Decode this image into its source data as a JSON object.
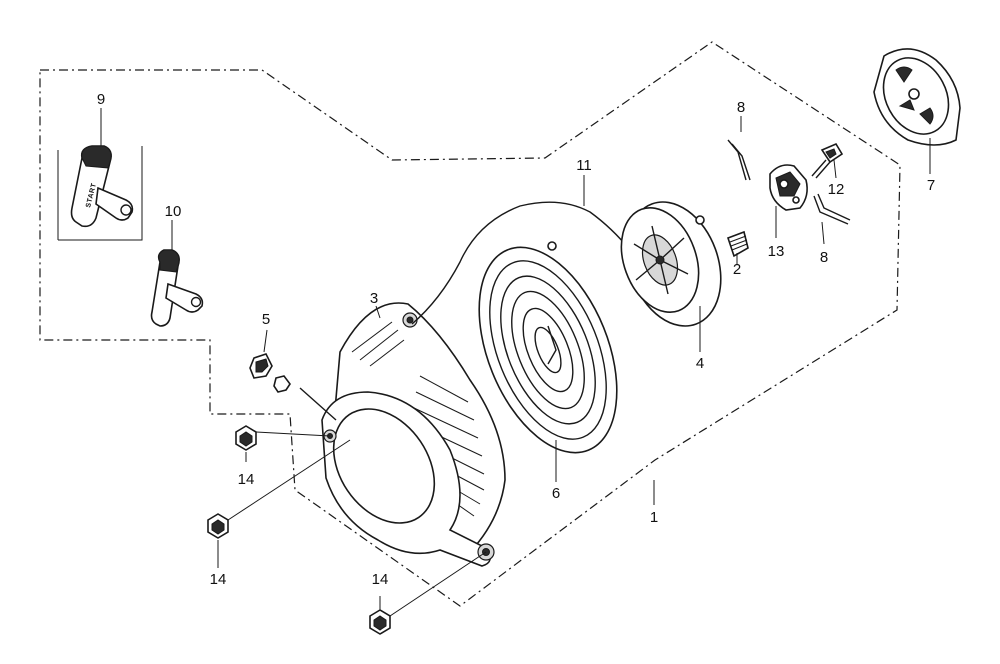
{
  "callouts": {
    "c1": "1",
    "c2": "2",
    "c3": "3",
    "c4": "4",
    "c5": "5",
    "c6": "6",
    "c7": "7",
    "c8a": "8",
    "c8b": "8",
    "c9": "9",
    "c10": "10",
    "c11": "11",
    "c12": "12",
    "c13": "13",
    "c14a": "14",
    "c14b": "14",
    "c14c": "14"
  },
  "handle_emboss": "START",
  "colors": {
    "line": "#1a1a1a",
    "background": "#ffffff"
  }
}
